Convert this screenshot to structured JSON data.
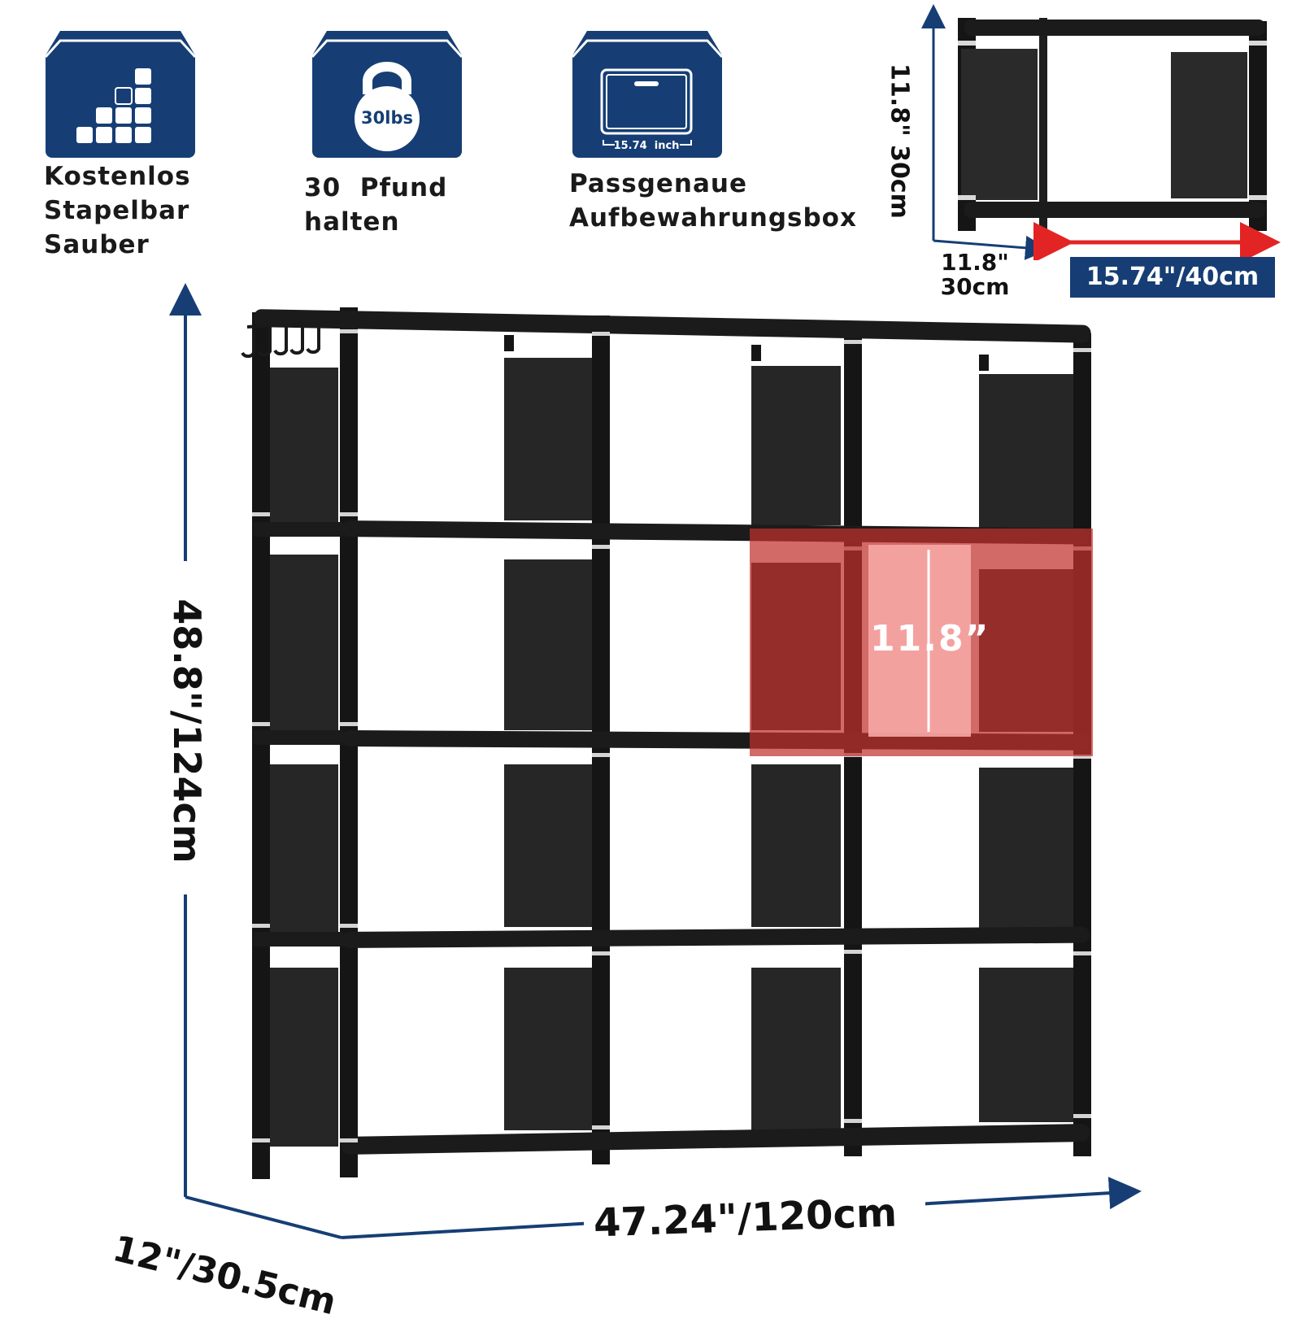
{
  "features": [
    {
      "icon": "stack-blocks-icon",
      "label_lines": [
        "Kostenlos",
        "Stapelbar",
        "Sauber"
      ]
    },
    {
      "icon": "kettlebell-icon",
      "icon_text": "30lbs",
      "label_lines": [
        "30  Pfund",
        "halten"
      ]
    },
    {
      "icon": "storage-box-icon",
      "icon_text": "15.74  inch",
      "label_lines": [
        "Passgenaue",
        "Aufbewahrungsbox"
      ]
    }
  ],
  "module_dims": {
    "height": "11.8\" 30cm",
    "depth_line1": "11.8\"",
    "depth_line2": "30cm",
    "width": "15.74\"/40cm"
  },
  "shelf_dims": {
    "height": "48.8\"/124cm",
    "width": "47.24\"/120cm",
    "depth": "12\"/30.5cm",
    "cube_height": "11.8”"
  },
  "colors": {
    "brand_navy": "#163e74",
    "highlight_red": "#c0302e",
    "arrow_red": "#e32424",
    "frame_black": "#151515"
  }
}
